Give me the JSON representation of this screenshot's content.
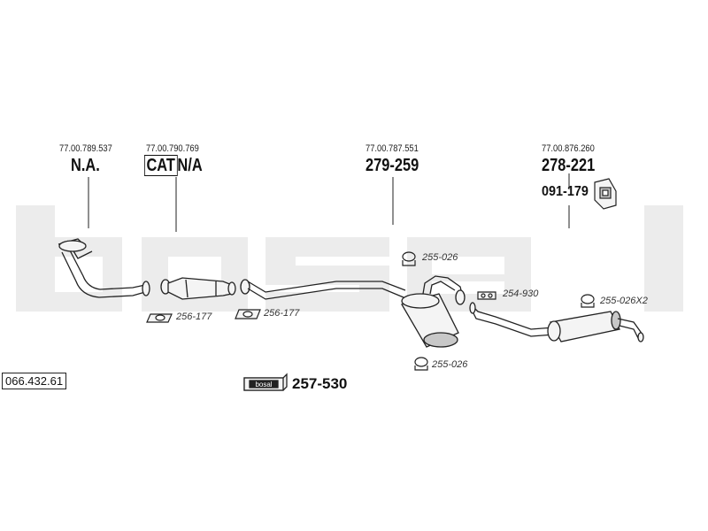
{
  "oem_numbers": [
    "77.00.789.537",
    "77.00.790.769",
    "77.00.787.551",
    "77.00.876.260"
  ],
  "part_labels": {
    "front_pipe": "N.A.",
    "cat_prefix": "CAT",
    "cat_value": "N/A",
    "middle_silencer": "279-259",
    "rear_silencer": "278-221",
    "rubber_mount": "091-179"
  },
  "small_parts": {
    "gasket_1": "256-177",
    "gasket_2": "256-177",
    "clamp_1": "255-026",
    "clamp_2": "255-026",
    "flange": "254-930",
    "clamp_rear": "255-026X2"
  },
  "diagram_number": "066.432.61",
  "mounting_kit": "257-530",
  "watermark_brand": "bosal",
  "colors": {
    "line": "#222222",
    "watermark": "#ececec",
    "metal_light": "#f4f4f4",
    "metal_shade": "#c8c8c8"
  }
}
